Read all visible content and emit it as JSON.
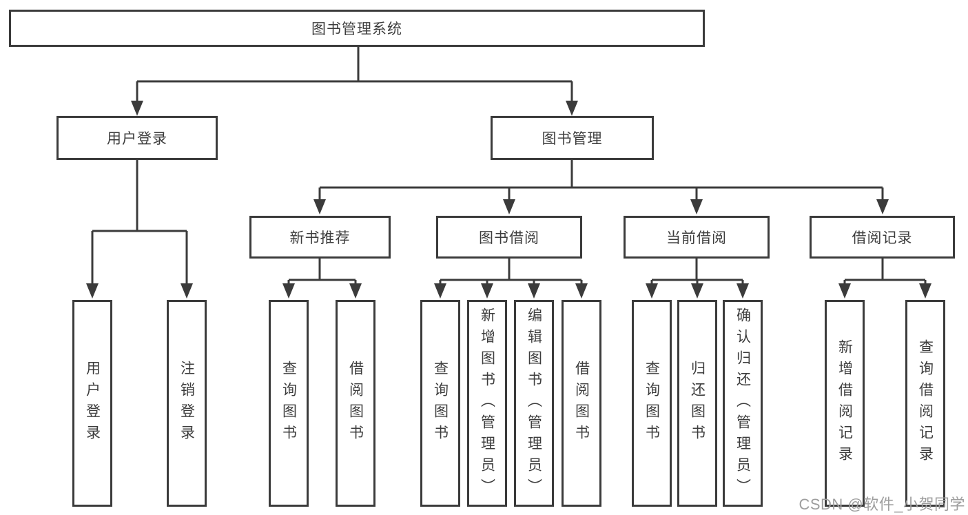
{
  "diagram": {
    "root": {
      "label": "图书管理系统",
      "children": [
        {
          "label": "用户登录",
          "children": [
            {
              "label": "用户登录"
            },
            {
              "label": "注销登录"
            }
          ]
        },
        {
          "label": "图书管理",
          "children": [
            {
              "label": "新书推荐",
              "children": [
                {
                  "label": "查询图书"
                },
                {
                  "label": "借阅图书"
                }
              ]
            },
            {
              "label": "图书借阅",
              "children": [
                {
                  "label": "查询图书"
                },
                {
                  "label": "新增图书（管理员）"
                },
                {
                  "label": "编辑图书（管理员）"
                },
                {
                  "label": "借阅图书"
                }
              ]
            },
            {
              "label": "当前借阅",
              "children": [
                {
                  "label": "查询图书"
                },
                {
                  "label": "归还图书"
                },
                {
                  "label": "确认归还（管理员）"
                }
              ]
            },
            {
              "label": "借阅记录",
              "children": [
                {
                  "label": "新增借阅记录"
                },
                {
                  "label": "查询借阅记录"
                }
              ]
            }
          ]
        }
      ]
    }
  },
  "watermark": {
    "text": "CSDN @软件_小贺同学"
  },
  "colors": {
    "line": "#3b3b3b",
    "text": "#3d3d3d",
    "watermark": "#9e9e9e",
    "background": "#ffffff"
  }
}
